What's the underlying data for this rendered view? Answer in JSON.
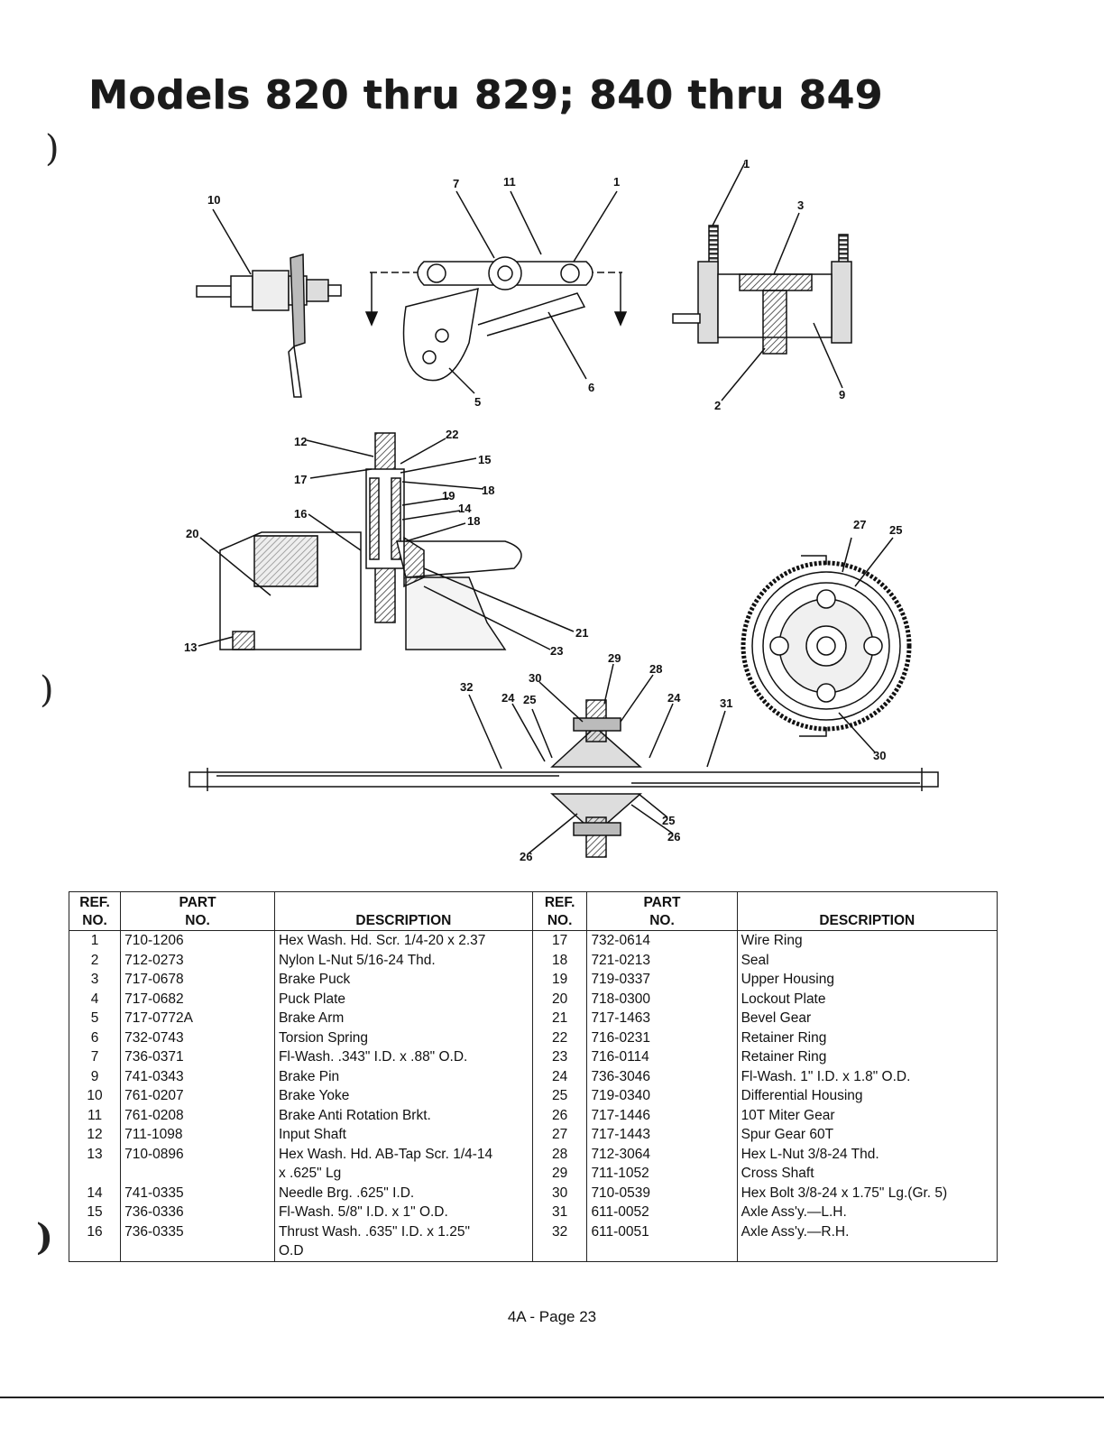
{
  "title": "Models 820 thru 829; 840 thru 849",
  "callouts": {
    "c1a": "1",
    "c3": "3",
    "c7": "7",
    "c11": "11",
    "c1b": "1",
    "c10": "10",
    "c5": "5",
    "c6": "6",
    "c2": "2",
    "c9": "9",
    "c12": "12",
    "c22": "22",
    "c15": "15",
    "c17": "17",
    "c18a": "18",
    "c19": "19",
    "c14": "14",
    "c16": "16",
    "c18b": "18",
    "c20": "20",
    "c13": "13",
    "c21": "21",
    "c23": "23",
    "c27": "27",
    "c25a": "25",
    "c29": "29",
    "c28": "28",
    "c30a": "30",
    "c32": "32",
    "c24a": "24",
    "c25b": "25",
    "c24b": "24",
    "c31": "31",
    "c30b": "30",
    "c25c": "25",
    "c26a": "26",
    "c26b": "26"
  },
  "table": {
    "headers": {
      "ref_top": "REF.",
      "ref_bottom": "NO.",
      "part_top": "PART",
      "part_bottom": "NO.",
      "desc": "DESCRIPTION"
    },
    "left_rows": [
      {
        "ref": "1",
        "part": "710-1206",
        "desc": "Hex Wash. Hd. Scr. 1/4-20 x 2.37"
      },
      {
        "ref": "2",
        "part": "712-0273",
        "desc": "Nylon L-Nut 5/16-24 Thd."
      },
      {
        "ref": "3",
        "part": "717-0678",
        "desc": "Brake Puck"
      },
      {
        "ref": "4",
        "part": "717-0682",
        "desc": "Puck Plate"
      },
      {
        "ref": "5",
        "part": "717-0772A",
        "desc": "Brake Arm"
      },
      {
        "ref": "6",
        "part": "732-0743",
        "desc": "Torsion Spring"
      },
      {
        "ref": "7",
        "part": "736-0371",
        "desc": "Fl-Wash. .343\" I.D. x .88\" O.D."
      },
      {
        "ref": "9",
        "part": "741-0343",
        "desc": "Brake Pin"
      },
      {
        "ref": "10",
        "part": "761-0207",
        "desc": "Brake Yoke"
      },
      {
        "ref": "11",
        "part": "761-0208",
        "desc": "Brake Anti Rotation Brkt."
      },
      {
        "ref": "12",
        "part": "711-1098",
        "desc": "Input Shaft"
      },
      {
        "ref": "13",
        "part": "710-0896",
        "desc": "Hex Wash. Hd. AB-Tap Scr. 1/4-14"
      },
      {
        "ref": "",
        "part": "",
        "desc": "x .625\" Lg"
      },
      {
        "ref": "14",
        "part": "741-0335",
        "desc": "Needle Brg. .625\" I.D."
      },
      {
        "ref": "15",
        "part": "736-0336",
        "desc": "Fl-Wash. 5/8\" I.D. x 1\" O.D."
      },
      {
        "ref": "16",
        "part": "736-0335",
        "desc": "Thrust Wash. .635\" I.D. x 1.25\""
      },
      {
        "ref": "",
        "part": "",
        "desc": "O.D"
      }
    ],
    "right_rows": [
      {
        "ref": "17",
        "part": "732-0614",
        "desc": "Wire Ring"
      },
      {
        "ref": "18",
        "part": "721-0213",
        "desc": "Seal"
      },
      {
        "ref": "19",
        "part": "719-0337",
        "desc": "Upper Housing"
      },
      {
        "ref": "20",
        "part": "718-0300",
        "desc": "Lockout Plate"
      },
      {
        "ref": "21",
        "part": "717-1463",
        "desc": "Bevel Gear"
      },
      {
        "ref": "22",
        "part": "716-0231",
        "desc": "Retainer Ring"
      },
      {
        "ref": "23",
        "part": "716-0114",
        "desc": "Retainer Ring"
      },
      {
        "ref": "24",
        "part": "736-3046",
        "desc": "Fl-Wash. 1\" I.D. x 1.8\" O.D."
      },
      {
        "ref": "25",
        "part": "719-0340",
        "desc": "Differential Housing"
      },
      {
        "ref": "26",
        "part": "717-1446",
        "desc": "10T Miter Gear"
      },
      {
        "ref": "27",
        "part": "717-1443",
        "desc": "Spur Gear 60T"
      },
      {
        "ref": "28",
        "part": "712-3064",
        "desc": "Hex L-Nut 3/8-24 Thd."
      },
      {
        "ref": "29",
        "part": "711-1052",
        "desc": "Cross Shaft"
      },
      {
        "ref": "30",
        "part": "710-0539",
        "desc": "Hex Bolt 3/8-24 x 1.75\" Lg.(Gr. 5)"
      },
      {
        "ref": "31",
        "part": "611-0052",
        "desc": "Axle Ass'y.—L.H."
      },
      {
        "ref": "32",
        "part": "611-0051",
        "desc": "Axle Ass'y.—R.H."
      },
      {
        "ref": "",
        "part": "",
        "desc": ""
      }
    ]
  },
  "footer": "4A - Page 23"
}
